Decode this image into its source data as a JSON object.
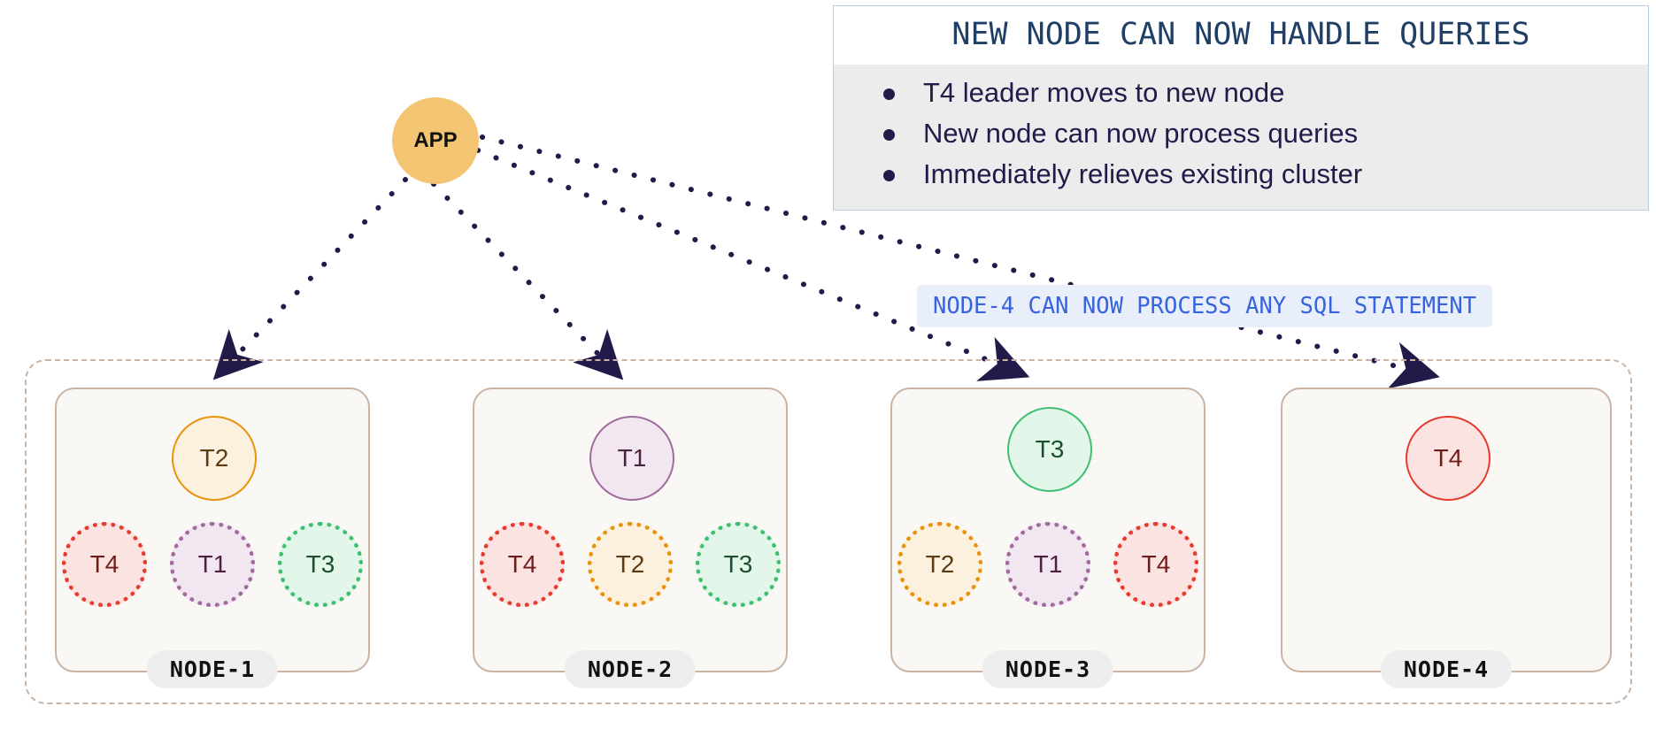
{
  "app_node": {
    "label": "APP",
    "color": "#F3C472"
  },
  "callout": {
    "title": "NEW NODE CAN NOW HANDLE QUERIES",
    "title_color": "#1F3F66",
    "border_color": "#B8CCE4",
    "body_bg": "#ECECEC",
    "bullets": [
      "T4 leader moves to new node",
      "New node can now process queries",
      "Immediately relieves existing cluster"
    ]
  },
  "sub_note": {
    "text": "NODE-4 CAN NOW PROCESS ANY SQL STATEMENT",
    "color": "#3763DC",
    "bg": "#E8EFFB"
  },
  "cluster": {
    "border_color": "#C9B4A4"
  },
  "tokens": {
    "T1": {
      "border": "#A06C9E",
      "fill": "#F2E7F0",
      "text": "#4A2340"
    },
    "T2": {
      "border": "#E8930C",
      "fill": "#FCF1DF",
      "text": "#5E3A10"
    },
    "T3": {
      "border": "#3FBF6F",
      "fill": "#E2F6E9",
      "text": "#1C4F30"
    },
    "T4": {
      "border": "#E63B2E",
      "fill": "#FBE3E1",
      "text": "#6E1E1A"
    }
  },
  "nodes": [
    {
      "name": "NODE-1",
      "leader": "T2",
      "followers": [
        "T4",
        "T1",
        "T3"
      ]
    },
    {
      "name": "NODE-2",
      "leader": "T1",
      "followers": [
        "T4",
        "T2",
        "T3"
      ]
    },
    {
      "name": "NODE-3",
      "leader": "T3",
      "followers": [
        "T2",
        "T1",
        "T4"
      ]
    },
    {
      "name": "NODE-4",
      "leader": "T4",
      "followers": []
    }
  ],
  "arrows": {
    "color": "#221B4A",
    "targets": [
      "NODE-1",
      "NODE-2",
      "NODE-3",
      "NODE-4"
    ]
  }
}
